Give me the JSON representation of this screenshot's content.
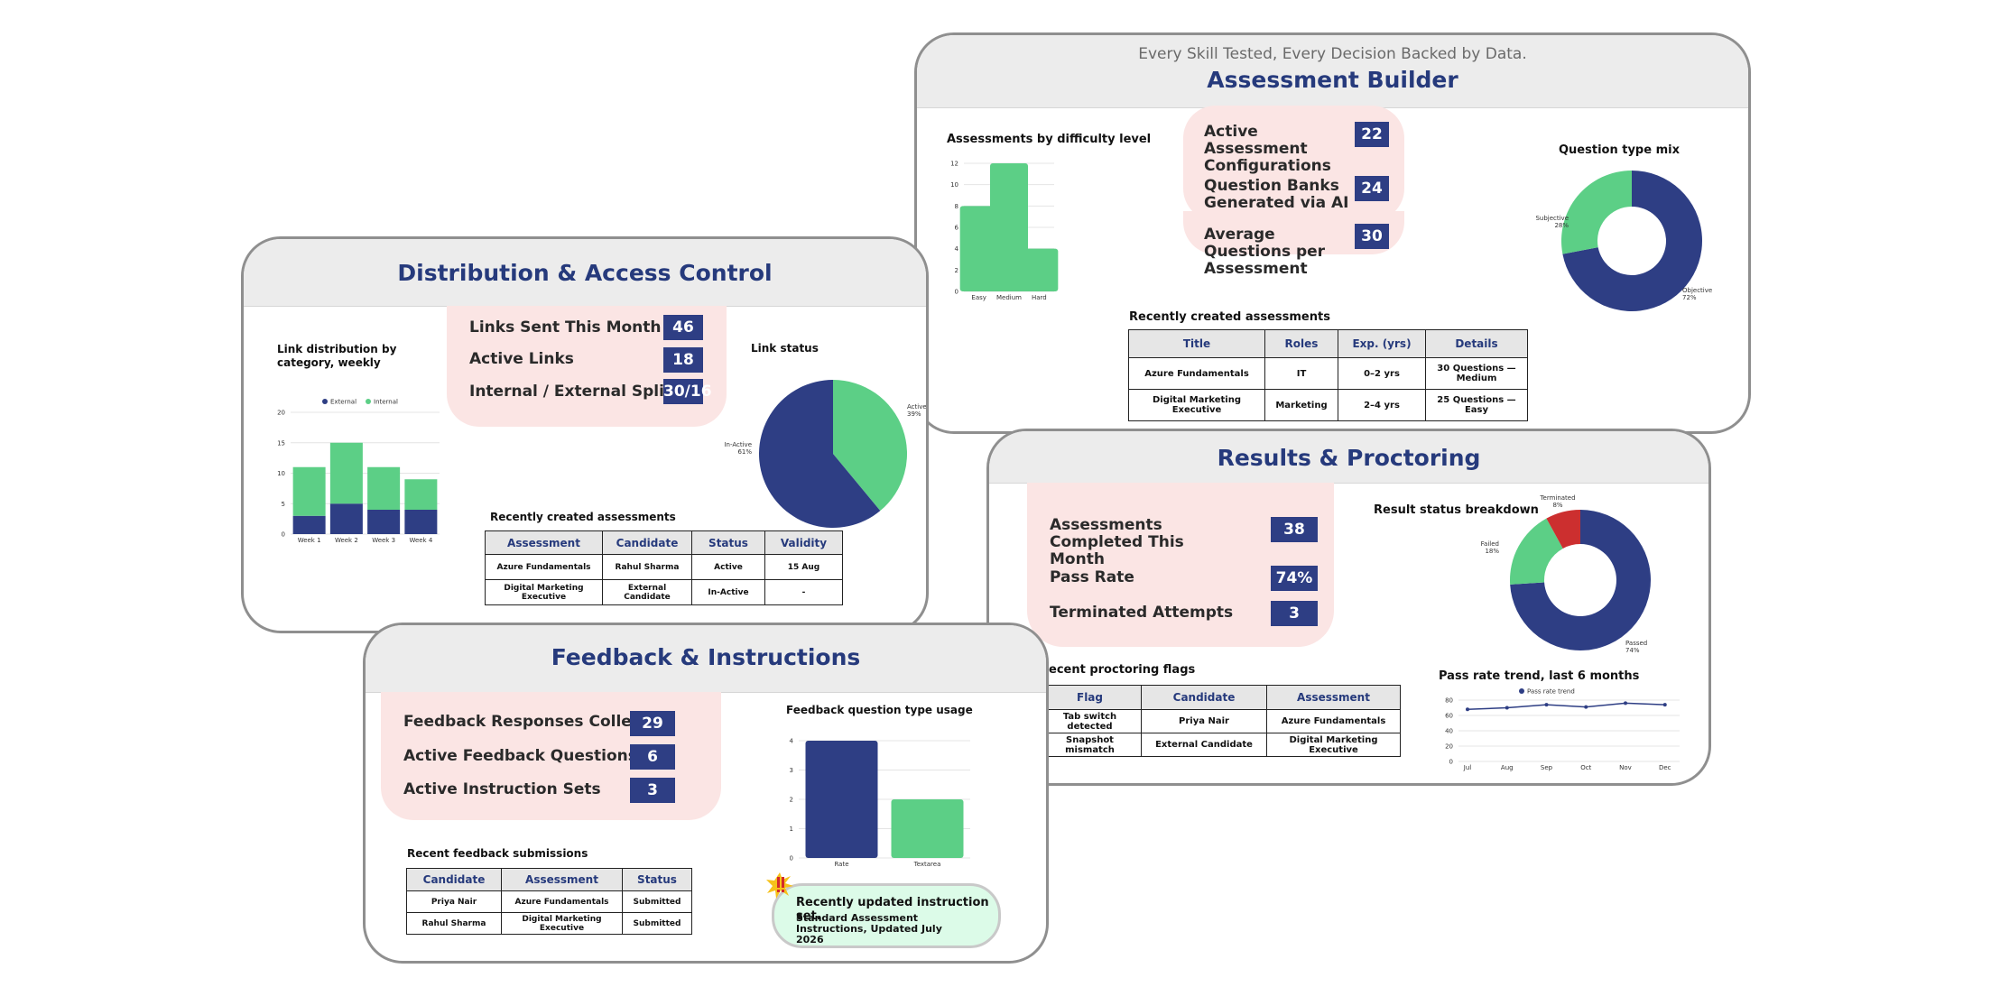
{
  "colors": {
    "navy": "#2e3e84",
    "green": "#5ccf86",
    "red": "#cc2f2f",
    "pink": "#fbe5e4",
    "header": "#ececec"
  },
  "assessment": {
    "tagline": "Every Skill Tested, Every Decision Backed by Data.",
    "title": "Assessment Builder",
    "stats": [
      {
        "label": "Active Assessment Configurations",
        "value": "22"
      },
      {
        "label": "Question Banks Generated via AI",
        "value": "24"
      },
      {
        "label": "Average Questions per Assessment",
        "value": "30"
      }
    ],
    "table_caption": "Recently created assessments",
    "table": {
      "headers": [
        "Title",
        "Roles",
        "Exp. (yrs)",
        "Details"
      ],
      "rows": [
        [
          "Azure Fundamentals",
          "IT",
          "0–2 yrs",
          "30 Questions — Medium"
        ],
        [
          "Digital Marketing Executive",
          "Marketing",
          "2–4 yrs",
          "25 Questions — Easy"
        ]
      ]
    }
  },
  "distribution": {
    "title": "Distribution & Access Control",
    "stats": [
      {
        "label": "Links Sent This Month",
        "value": "46"
      },
      {
        "label": "Active Links",
        "value": "18"
      },
      {
        "label": "Internal / External Split",
        "value": "30/16"
      }
    ],
    "table_caption": "Recently created assessments",
    "table": {
      "headers": [
        "Assessment",
        "Candidate",
        "Status",
        "Validity"
      ],
      "rows": [
        [
          "Azure Fundamentals",
          "Rahul Sharma",
          "Active",
          "15 Aug"
        ],
        [
          "Digital Marketing Executive",
          "External Candidate",
          "In-Active",
          "-"
        ]
      ]
    }
  },
  "results": {
    "title": "Results & Proctoring",
    "stats": [
      {
        "label": "Assessments Completed This Month",
        "value": "38"
      },
      {
        "label": "Pass Rate",
        "value": "74%"
      },
      {
        "label": "Terminated Attempts",
        "value": "3"
      }
    ],
    "table_caption": "Recent proctoring flags",
    "table": {
      "headers": [
        "Flag",
        "Candidate",
        "Assessment"
      ],
      "rows": [
        [
          "Tab switch detected",
          "Priya Nair",
          "Azure Fundamentals"
        ],
        [
          "Snapshot mismatch",
          "External Candidate",
          "Digital Marketing Executive"
        ]
      ]
    }
  },
  "feedback": {
    "title": "Feedback & Instructions",
    "stats": [
      {
        "label": "Feedback Responses Collected",
        "value": "29"
      },
      {
        "label": "Active Feedback Questions",
        "value": "6"
      },
      {
        "label": "Active Instruction Sets",
        "value": "3"
      }
    ],
    "table_caption": "Recent feedback submissions",
    "table": {
      "headers": [
        "Candidate",
        "Assessment",
        "Status"
      ],
      "rows": [
        [
          "Priya Nair",
          "Azure Fundamentals",
          "Submitted"
        ],
        [
          "Rahul Sharma",
          "Digital Marketing Executive",
          "Submitted"
        ]
      ]
    },
    "callout": {
      "title": "Recently updated instruction set.",
      "body": "Standard Assessment Instructions, Updated July 2026"
    }
  },
  "chart_data": [
    {
      "id": "difficulty",
      "type": "bar",
      "title": "Assessments by difficulty level",
      "categories": [
        "Easy",
        "Medium",
        "Hard"
      ],
      "values": [
        8,
        12,
        4
      ],
      "yticks": [
        0,
        2,
        4,
        6,
        8,
        10,
        12
      ],
      "ylim": [
        0,
        12
      ],
      "grid": true
    },
    {
      "id": "question-mix",
      "type": "pie",
      "donut": true,
      "title": "Question type mix",
      "labels": [
        "Objective",
        "Subjective"
      ],
      "values": [
        72,
        28
      ],
      "display": [
        "72%",
        "28%"
      ]
    },
    {
      "id": "link-distribution",
      "type": "bar",
      "stacked": true,
      "title": "Link distribution by category, weekly",
      "categories": [
        "Week 1",
        "Week 2",
        "Week 3",
        "Week 4"
      ],
      "series": [
        {
          "name": "External",
          "values": [
            3,
            5,
            4,
            4
          ]
        },
        {
          "name": "Internal",
          "values": [
            8,
            10,
            7,
            5
          ]
        }
      ],
      "yticks": [
        0,
        5,
        10,
        15,
        20
      ],
      "ylim": [
        0,
        20
      ],
      "legend": "top",
      "grid": true
    },
    {
      "id": "link-status",
      "type": "pie",
      "title": "Link status",
      "labels": [
        "Active",
        "In-Active"
      ],
      "values": [
        39,
        61
      ],
      "display": [
        "39%",
        "61%"
      ]
    },
    {
      "id": "result-status",
      "type": "pie",
      "donut": true,
      "title": "Result status breakdown",
      "labels": [
        "Passed",
        "Failed",
        "Terminated"
      ],
      "values": [
        74,
        18,
        8
      ],
      "display": [
        "74%",
        "18%",
        "8%"
      ]
    },
    {
      "id": "pass-rate",
      "type": "line",
      "title": "Pass rate trend, last 6 months",
      "x": [
        "Jul",
        "Aug",
        "Sep",
        "Oct",
        "Nov",
        "Dec"
      ],
      "series": [
        {
          "name": "Pass rate trend",
          "values": [
            68,
            70,
            74,
            71,
            76,
            74
          ]
        }
      ],
      "yticks": [
        0,
        20,
        40,
        60,
        80
      ],
      "ylim": [
        0,
        80
      ],
      "legend": "top",
      "grid": true
    },
    {
      "id": "feedback-usage",
      "type": "bar",
      "title": "Feedback question type usage",
      "categories": [
        "Rate",
        "Textarea"
      ],
      "values": [
        4,
        2
      ],
      "yticks": [
        0,
        1,
        2,
        3,
        4
      ],
      "ylim": [
        0,
        4
      ],
      "grid": true
    }
  ]
}
